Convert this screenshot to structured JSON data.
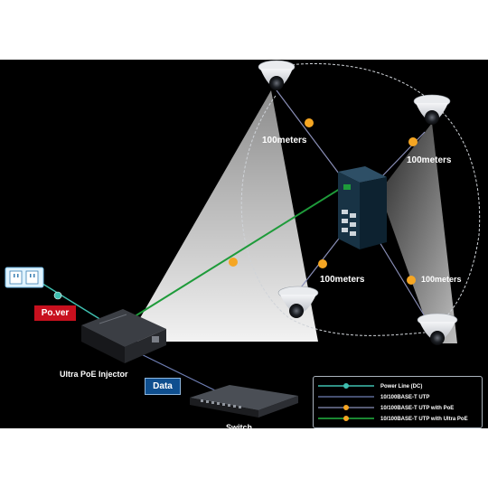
{
  "tags": {
    "power": "Po.ver",
    "data": "Data"
  },
  "devices": {
    "injector_label": "Ultra PoE Injector",
    "switch_label": "Switch"
  },
  "distances": {
    "top_left": "100meters",
    "top_right": "100meters",
    "mid": "100meters",
    "right": "100meters"
  },
  "legend": {
    "items": [
      {
        "label": "Power Line (DC)"
      },
      {
        "label": "10/100BASE-T UTP"
      },
      {
        "label": "10/100BASE-T UTP with PoE"
      },
      {
        "label": "10/100BASE-T UTP with Ultra PoE"
      }
    ]
  },
  "colors": {
    "power_line": "#3fbfb0",
    "utp": "#6f7fb5",
    "poe": "#8a8fb8",
    "ultra_poe": "#1e9b3a",
    "poe_dot": "#f5a623",
    "tag_power": "#c8101e",
    "tag_data": "#0f4f8f"
  }
}
